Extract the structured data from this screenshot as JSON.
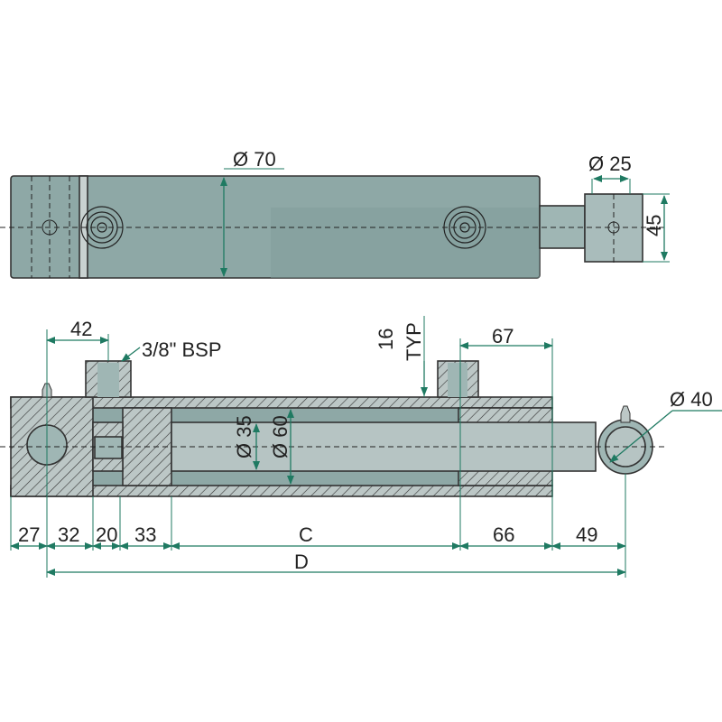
{
  "top_view": {
    "dia_body": "Ø 70",
    "dia_rod_end": "Ø 25",
    "eye_width": "45"
  },
  "section_view": {
    "port_offset": "42",
    "port_thread": "3/8\" BSP",
    "port_height": "16",
    "port_height_note": "TYP",
    "gland_port_offset": "67",
    "dia_rod": "Ø 35",
    "dia_bore": "Ø 60",
    "dia_eye": "Ø 40",
    "dims": [
      "27",
      "32",
      "20",
      "33",
      "C",
      "66",
      "49"
    ],
    "overall": "D"
  },
  "colors": {
    "body": "#8ea8a6",
    "section": "#bcc7c6",
    "dimension": "#1f7a62"
  }
}
